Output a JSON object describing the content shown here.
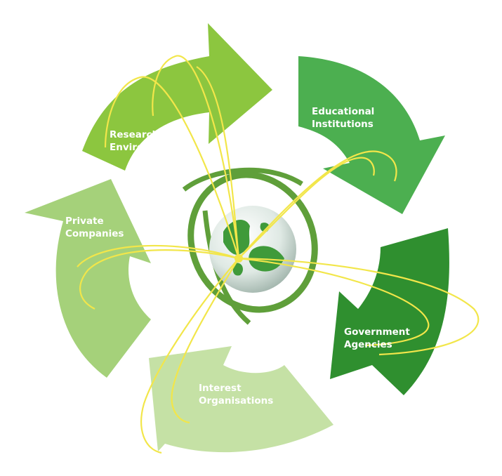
{
  "diagram": {
    "labels": {
      "research": [
        "Research",
        "Environment"
      ],
      "educational": [
        "Educational",
        "Institutions"
      ],
      "government": [
        "Government",
        "Agencies"
      ],
      "interest": [
        "Interest",
        "Organisations"
      ],
      "private": [
        "Private",
        "Companies"
      ]
    },
    "colors": {
      "research": "#8cc63f",
      "educational": "#4caf50",
      "government": "#2f8f2f",
      "interest": "#c5e1a5",
      "private": "#a5d17a",
      "orbit": "#f2e64a",
      "globe_land": "#3f9a3a",
      "globe_sea": "#e9f2ee",
      "ring": "#5f9f3a"
    }
  }
}
